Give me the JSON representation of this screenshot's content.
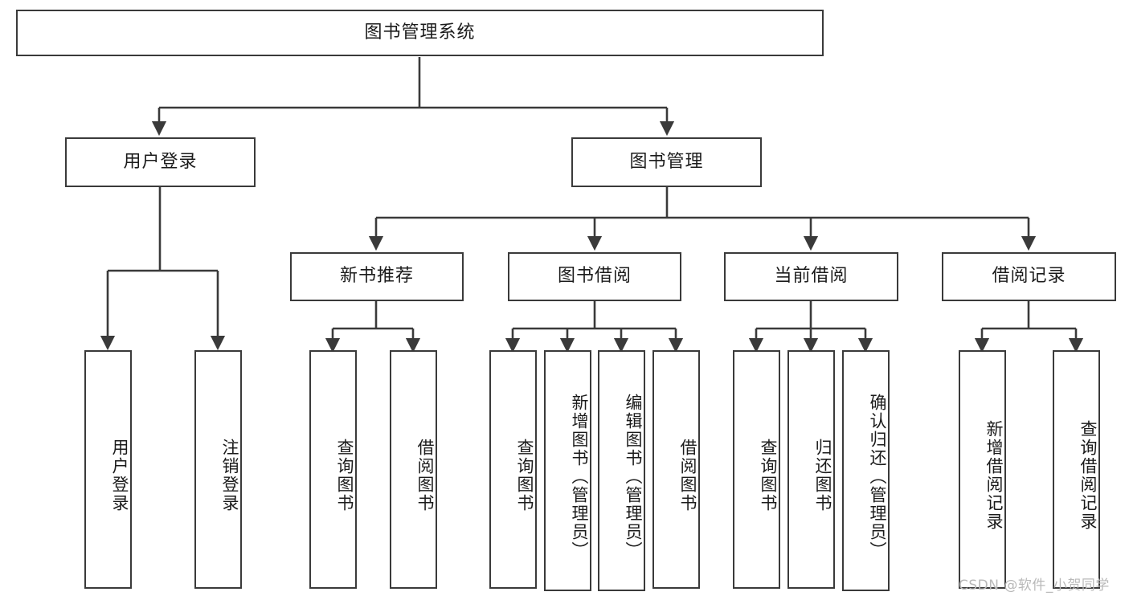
{
  "diagram": {
    "title": "图书管理系统",
    "type": "tree",
    "root": {
      "id": "root",
      "label": "图书管理系统"
    },
    "level2": [
      {
        "id": "user-login",
        "label": "用户登录"
      },
      {
        "id": "book-manage",
        "label": "图书管理"
      }
    ],
    "level3": [
      {
        "id": "new-book-rec",
        "label": "新书推荐"
      },
      {
        "id": "book-borrow",
        "label": "图书借阅"
      },
      {
        "id": "current-borrow",
        "label": "当前借阅"
      },
      {
        "id": "borrow-record",
        "label": "借阅记录"
      }
    ],
    "leaves": [
      {
        "id": "leaf-user-login",
        "label": "用户登录",
        "parent": "user-login"
      },
      {
        "id": "leaf-user-logout",
        "label": "注销登录",
        "parent": "user-login"
      },
      {
        "id": "leaf-query-book-1",
        "label": "查询图书",
        "parent": "new-book-rec"
      },
      {
        "id": "leaf-borrow-book-1",
        "label": "借阅图书",
        "parent": "new-book-rec"
      },
      {
        "id": "leaf-query-book-2",
        "label": "查询图书",
        "parent": "book-borrow"
      },
      {
        "id": "leaf-add-book",
        "label": "新增图书（管理员）",
        "parent": "book-borrow"
      },
      {
        "id": "leaf-edit-book",
        "label": "编辑图书（管理员）",
        "parent": "book-borrow"
      },
      {
        "id": "leaf-borrow-book-2",
        "label": "借阅图书",
        "parent": "book-borrow"
      },
      {
        "id": "leaf-query-book-3",
        "label": "查询图书",
        "parent": "current-borrow"
      },
      {
        "id": "leaf-return-book",
        "label": "归还图书",
        "parent": "current-borrow"
      },
      {
        "id": "leaf-confirm-return",
        "label": "确认归还（管理员）",
        "parent": "current-borrow"
      },
      {
        "id": "leaf-add-record",
        "label": "新增借阅记录",
        "parent": "borrow-record"
      },
      {
        "id": "leaf-query-record",
        "label": "查询借阅记录",
        "parent": "borrow-record"
      }
    ],
    "colors": {
      "stroke": "#3a3a3a",
      "fill": "#ffffff",
      "text": "#1b1b1b",
      "watermark": "#b9b9b9"
    }
  },
  "watermark": {
    "text": "CSDN @软件_小贺同学"
  }
}
